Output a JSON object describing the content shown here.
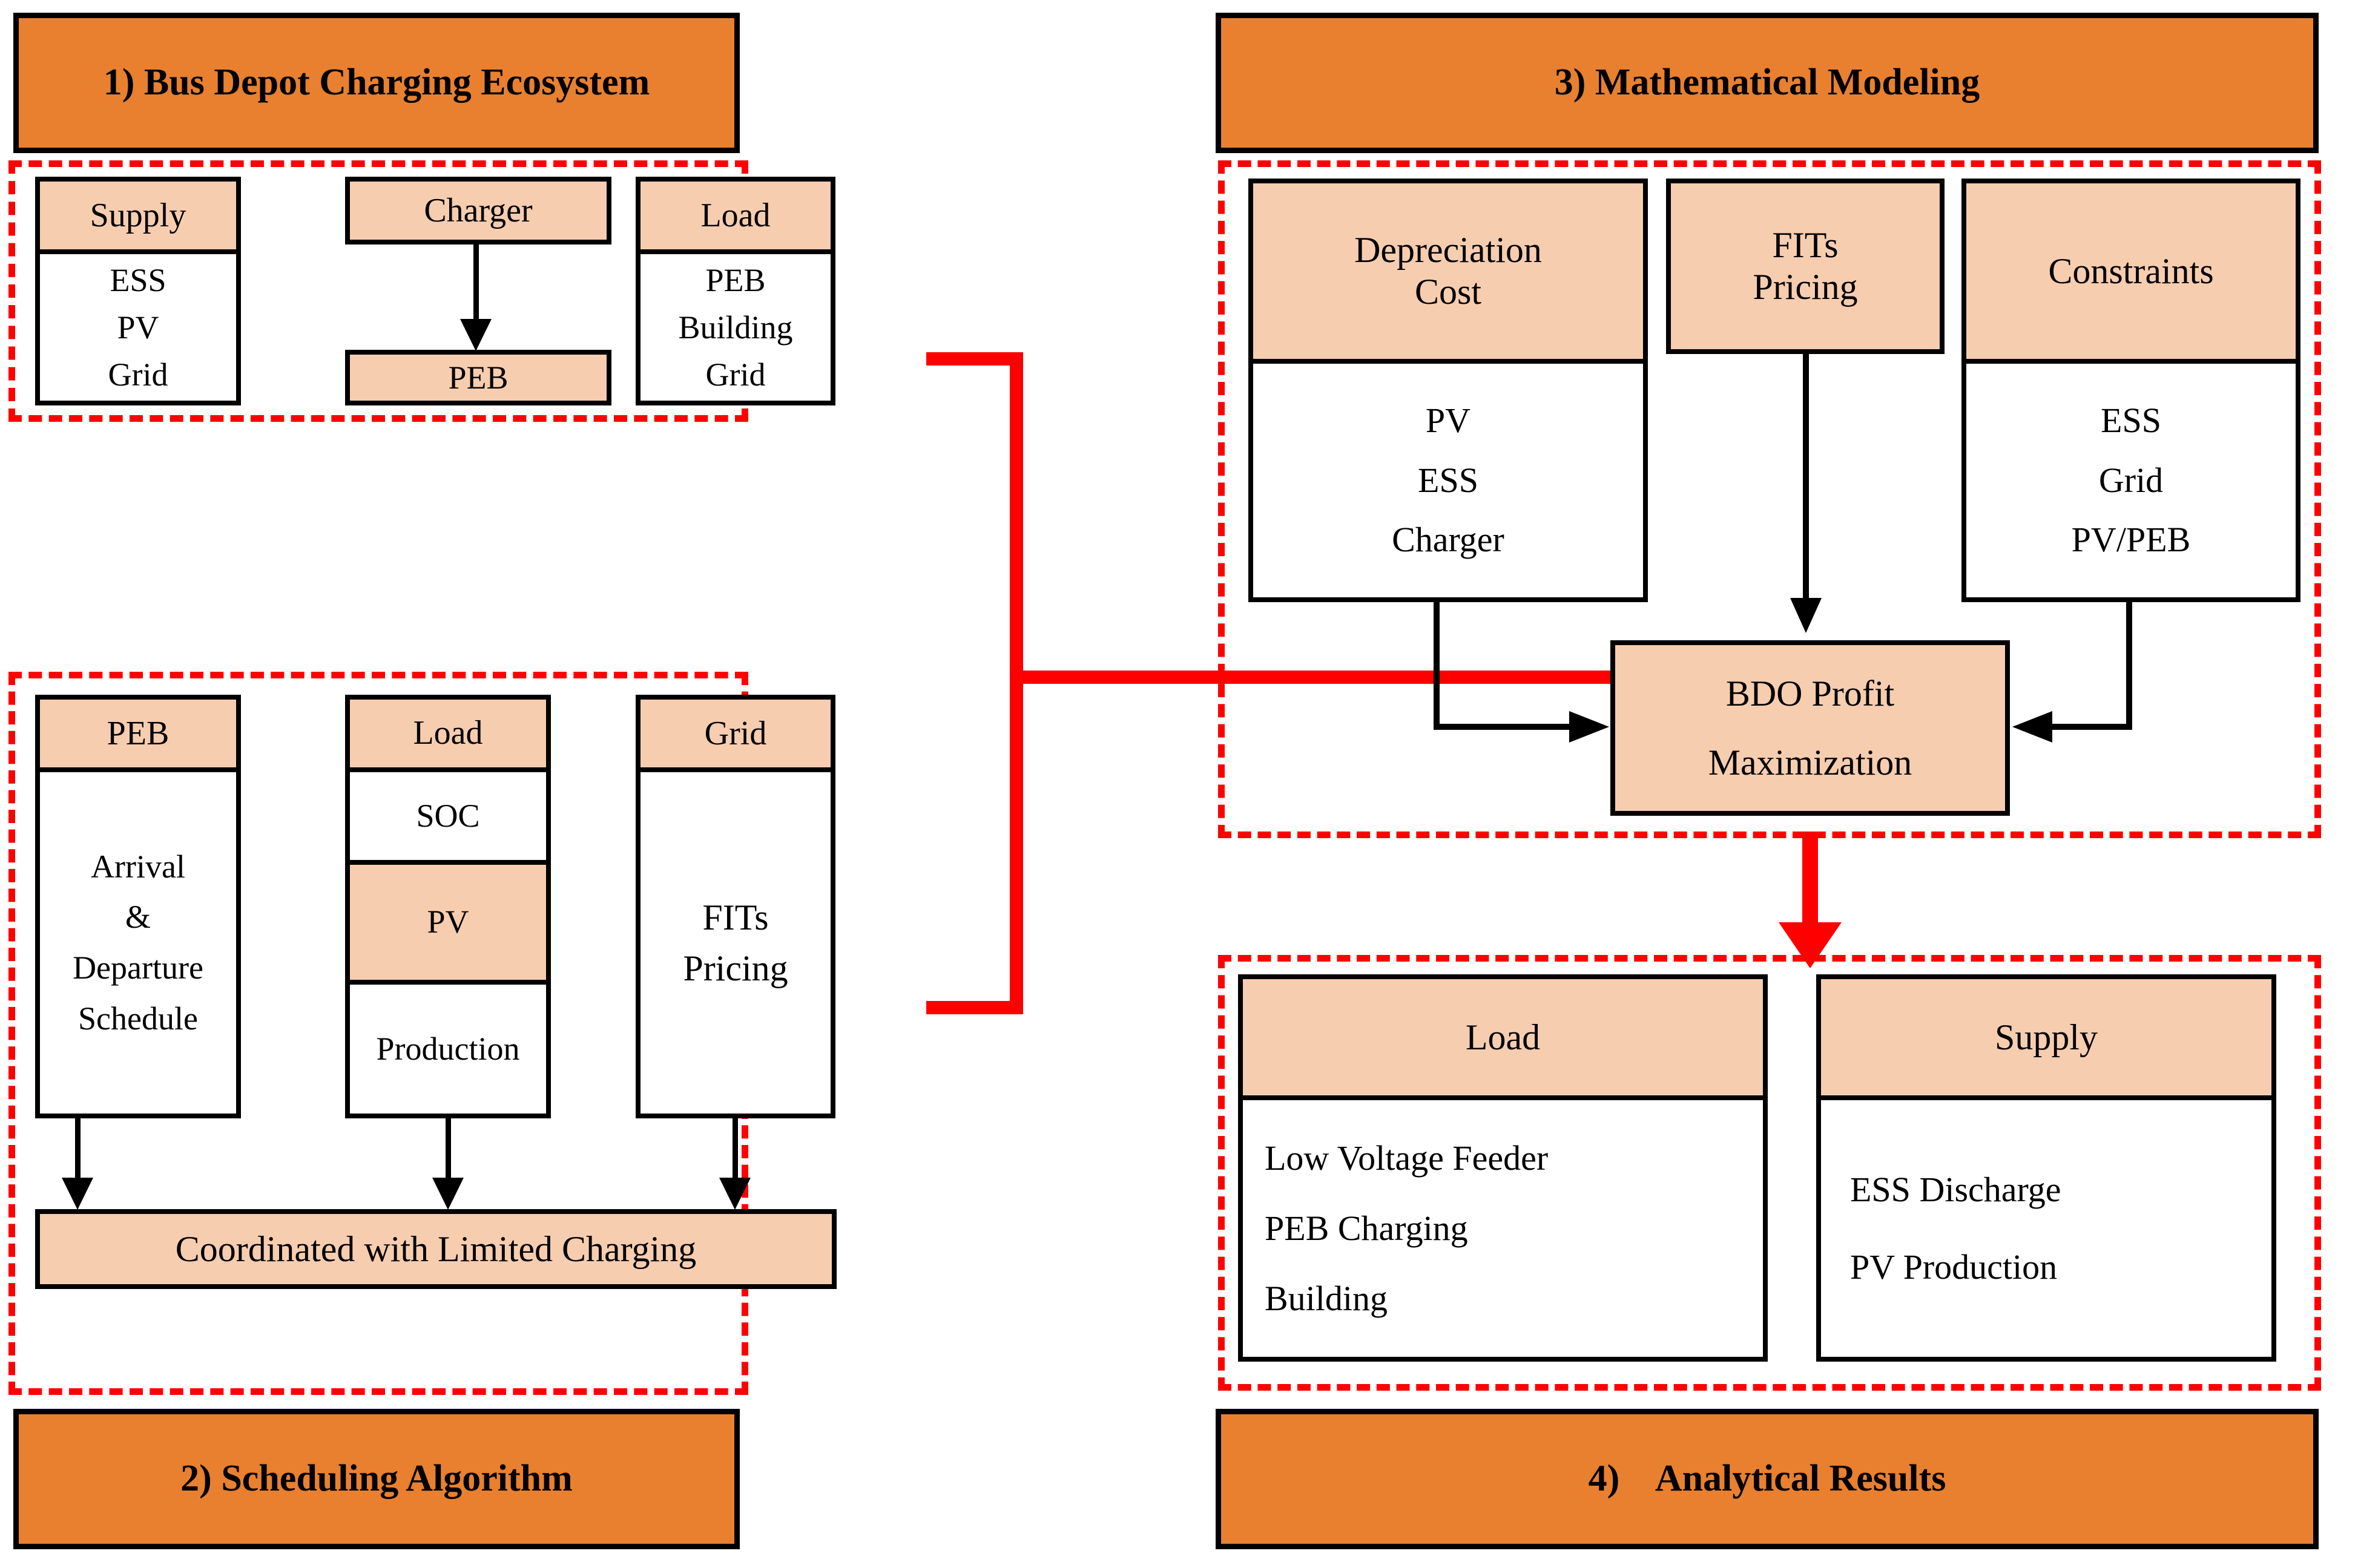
{
  "panel1": {
    "title": "1) Bus Depot Charging Ecosystem",
    "supply": {
      "head": "Supply",
      "items": [
        "ESS",
        "PV",
        "Grid"
      ]
    },
    "charger": {
      "head": "Charger",
      "target": "PEB"
    },
    "load": {
      "head": "Load",
      "items": [
        "PEB",
        "Building",
        "Grid"
      ]
    }
  },
  "panel2": {
    "title": "2) Scheduling Algorithm",
    "peb": {
      "head": "PEB",
      "items": [
        "Arrival",
        "&",
        "Departure",
        "Schedule"
      ]
    },
    "load": {
      "head": "Load",
      "segments": [
        "SOC",
        "PV",
        "Production"
      ]
    },
    "grid": {
      "head": "Grid",
      "items": [
        "FITs",
        "Pricing"
      ]
    },
    "result": "Coordinated with Limited Charging"
  },
  "panel3": {
    "title": "3) Mathematical Modeling",
    "depreciation": {
      "head": "Depreciation Cost",
      "head_l1": "Depreciation",
      "head_l2": "Cost",
      "items": [
        "PV",
        "ESS",
        "Charger"
      ]
    },
    "fits": {
      "head_l1": "FITs",
      "head_l2": "Pricing"
    },
    "constraints": {
      "head": "Constraints",
      "items": [
        "ESS",
        "Grid",
        "PV/PEB"
      ]
    },
    "objective": {
      "l1": "BDO Profit",
      "l2": "Maximization"
    }
  },
  "panel4": {
    "title": "4)    Analytical Results",
    "load": {
      "head": "Load",
      "items": [
        "Low Voltage Feeder",
        "PEB Charging",
        "Building"
      ]
    },
    "supply": {
      "head": "Supply",
      "items": [
        "ESS Discharge",
        "PV Production"
      ]
    }
  },
  "colors": {
    "accent_orange": "#E8802F",
    "peach": "#F7CDB0",
    "flow_red": "#FF0000",
    "outline": "#000000"
  }
}
